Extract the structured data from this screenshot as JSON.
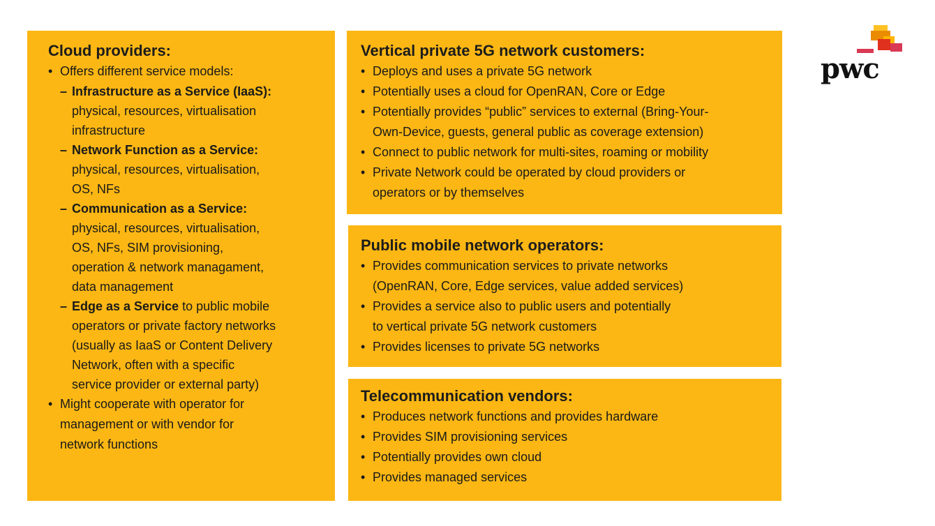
{
  "cloud": {
    "heading": "Cloud providers:",
    "intro": "Offers different service models:",
    "services": [
      {
        "title": "Infrastructure as a Service (IaaS):",
        "lines": [
          "physical, resources, virtualisation",
          "infrastructure"
        ]
      },
      {
        "title": "Network Function as a Service:",
        "lines": [
          "physical, resources, virtualisation,",
          "OS, NFs"
        ]
      },
      {
        "title": "Communication as a Service:",
        "lines": [
          "physical, resources, virtualisation,",
          "OS, NFs, SIM provisioning,",
          "operation & network managament,",
          "data management"
        ]
      },
      {
        "title": "Edge as a Service",
        "title_rest": " to public mobile",
        "lines": [
          "operators or private factory networks",
          "(usually as IaaS or Content Delivery",
          "Network, often with a specific",
          "service provider or external party)"
        ]
      }
    ],
    "last": [
      "Might cooperate with operator for",
      "management or with vendor for",
      "network functions"
    ]
  },
  "vertical": {
    "heading": "Vertical private 5G network customers:",
    "items": [
      [
        "Deploys and uses a private 5G network"
      ],
      [
        "Potentially uses a cloud for OpenRAN, Core or Edge"
      ],
      [
        "Potentially provides “public” services to external (Bring-Your-",
        "Own-Device, guests, general public as coverage extension)"
      ],
      [
        "Connect to public network for multi-sites, roaming or mobility"
      ],
      [
        "Private Network could be operated by cloud providers or",
        "operators or by themselves"
      ]
    ]
  },
  "public": {
    "heading": "Public mobile network operators:",
    "items": [
      [
        "Provides communication services to private networks",
        "(OpenRAN, Core, Edge services, value added services)"
      ],
      [
        "Provides a service also to public users and potentially",
        "to vertical private 5G network customers"
      ],
      [
        "Provides licenses to private 5G networks"
      ]
    ]
  },
  "vendors": {
    "heading": "Telecommunication vendors:",
    "items": [
      [
        "Produces network functions and provides hardware"
      ],
      [
        "Provides SIM provisioning services"
      ],
      [
        "Potentially provides own cloud"
      ],
      [
        "Provides managed services"
      ]
    ]
  },
  "bullet_char": "•",
  "dash_char": "–",
  "logo": {
    "text": "pwc",
    "icon": "pwc-logo-blocks"
  },
  "colors": {
    "panel": "#fcb714",
    "logo_red": "#d93954",
    "logo_orange": "#eb8c00",
    "logo_yellow": "#ffb600"
  }
}
